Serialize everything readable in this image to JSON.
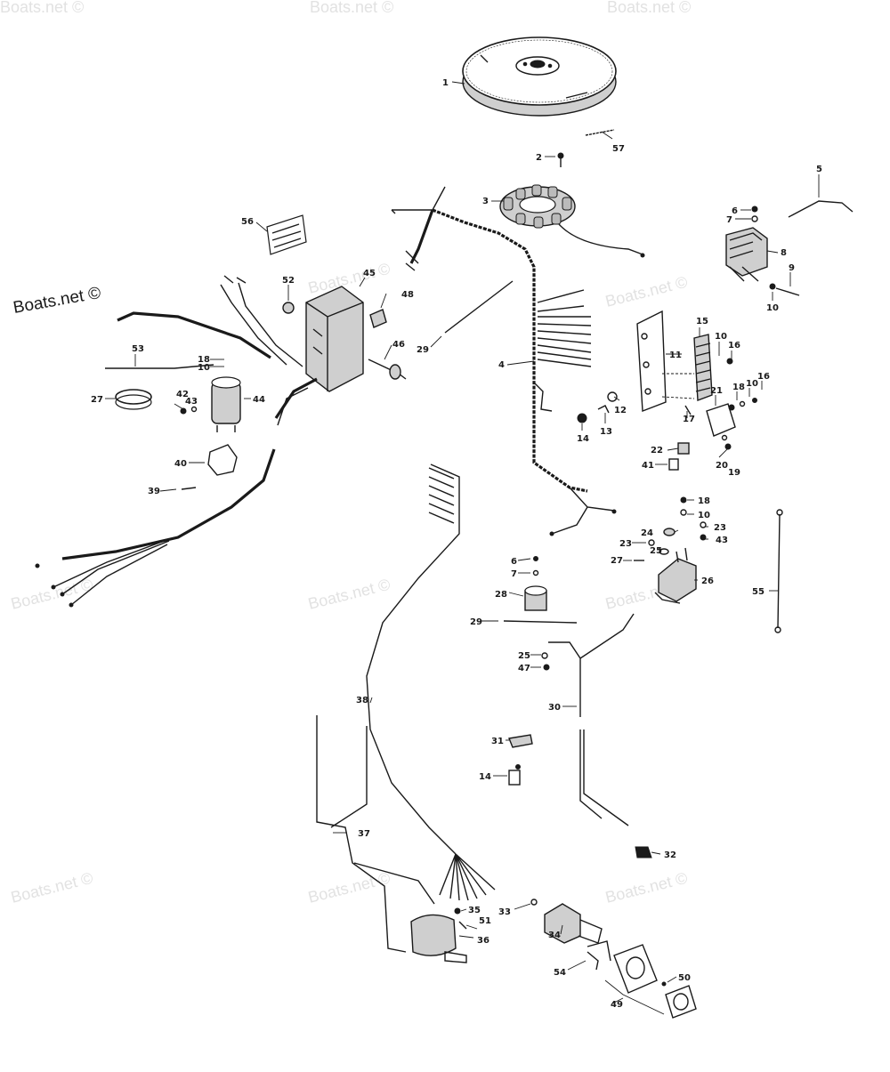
{
  "watermark": {
    "text": "Boats.net ©",
    "main_text": "Boats.net ©"
  },
  "colors": {
    "ink": "#1a1a1a",
    "paper": "#ffffff",
    "watermark": "#e2e2e2"
  },
  "part_labels": [
    {
      "id": "p1",
      "text": "1"
    },
    {
      "id": "p57",
      "text": "57"
    },
    {
      "id": "p2",
      "text": "2"
    },
    {
      "id": "p3",
      "text": "3"
    },
    {
      "id": "p5",
      "text": "5"
    },
    {
      "id": "p6a",
      "text": "6"
    },
    {
      "id": "p7a",
      "text": "7"
    },
    {
      "id": "p8",
      "text": "8"
    },
    {
      "id": "p9",
      "text": "9"
    },
    {
      "id": "p10a",
      "text": "10"
    },
    {
      "id": "p56",
      "text": "56"
    },
    {
      "id": "p45",
      "text": "45"
    },
    {
      "id": "p52",
      "text": "52"
    },
    {
      "id": "p48",
      "text": "48"
    },
    {
      "id": "p46",
      "text": "46"
    },
    {
      "id": "p29a",
      "text": "29"
    },
    {
      "id": "p4",
      "text": "4"
    },
    {
      "id": "p53",
      "text": "53"
    },
    {
      "id": "p18a",
      "text": "18"
    },
    {
      "id": "p10b",
      "text": "10"
    },
    {
      "id": "p27a",
      "text": "27"
    },
    {
      "id": "p42",
      "text": "42"
    },
    {
      "id": "p43a",
      "text": "43"
    },
    {
      "id": "p44",
      "text": "44"
    },
    {
      "id": "p40",
      "text": "40"
    },
    {
      "id": "p39",
      "text": "39"
    },
    {
      "id": "p15",
      "text": "15"
    },
    {
      "id": "p10c",
      "text": "10"
    },
    {
      "id": "p16a",
      "text": "16"
    },
    {
      "id": "p11",
      "text": "11"
    },
    {
      "id": "p12",
      "text": "12"
    },
    {
      "id": "p13",
      "text": "13"
    },
    {
      "id": "p14a",
      "text": "14"
    },
    {
      "id": "p17",
      "text": "17"
    },
    {
      "id": "p21",
      "text": "21"
    },
    {
      "id": "p18b",
      "text": "18"
    },
    {
      "id": "p10d",
      "text": "10"
    },
    {
      "id": "p16b",
      "text": "16"
    },
    {
      "id": "p22",
      "text": "22"
    },
    {
      "id": "p41",
      "text": "41"
    },
    {
      "id": "p20",
      "text": "20"
    },
    {
      "id": "p19",
      "text": "19"
    },
    {
      "id": "p18c",
      "text": "18"
    },
    {
      "id": "p10e",
      "text": "10"
    },
    {
      "id": "p23a",
      "text": "23"
    },
    {
      "id": "p24",
      "text": "24"
    },
    {
      "id": "p43b",
      "text": "43"
    },
    {
      "id": "p23b",
      "text": "23"
    },
    {
      "id": "p25a",
      "text": "25"
    },
    {
      "id": "p27b",
      "text": "27"
    },
    {
      "id": "p26",
      "text": "26"
    },
    {
      "id": "p55",
      "text": "55"
    },
    {
      "id": "p6b",
      "text": "6"
    },
    {
      "id": "p7b",
      "text": "7"
    },
    {
      "id": "p28",
      "text": "28"
    },
    {
      "id": "p29b",
      "text": "29"
    },
    {
      "id": "p25b",
      "text": "25"
    },
    {
      "id": "p47",
      "text": "47"
    },
    {
      "id": "p30",
      "text": "30"
    },
    {
      "id": "p38",
      "text": "38"
    },
    {
      "id": "p31",
      "text": "31"
    },
    {
      "id": "p14b",
      "text": "14"
    },
    {
      "id": "p37",
      "text": "37"
    },
    {
      "id": "p32",
      "text": "32"
    },
    {
      "id": "p35",
      "text": "35"
    },
    {
      "id": "p51",
      "text": "51"
    },
    {
      "id": "p36",
      "text": "36"
    },
    {
      "id": "p33",
      "text": "33"
    },
    {
      "id": "p34",
      "text": "34"
    },
    {
      "id": "p54",
      "text": "54"
    },
    {
      "id": "p50",
      "text": "50"
    },
    {
      "id": "p49",
      "text": "49"
    }
  ]
}
